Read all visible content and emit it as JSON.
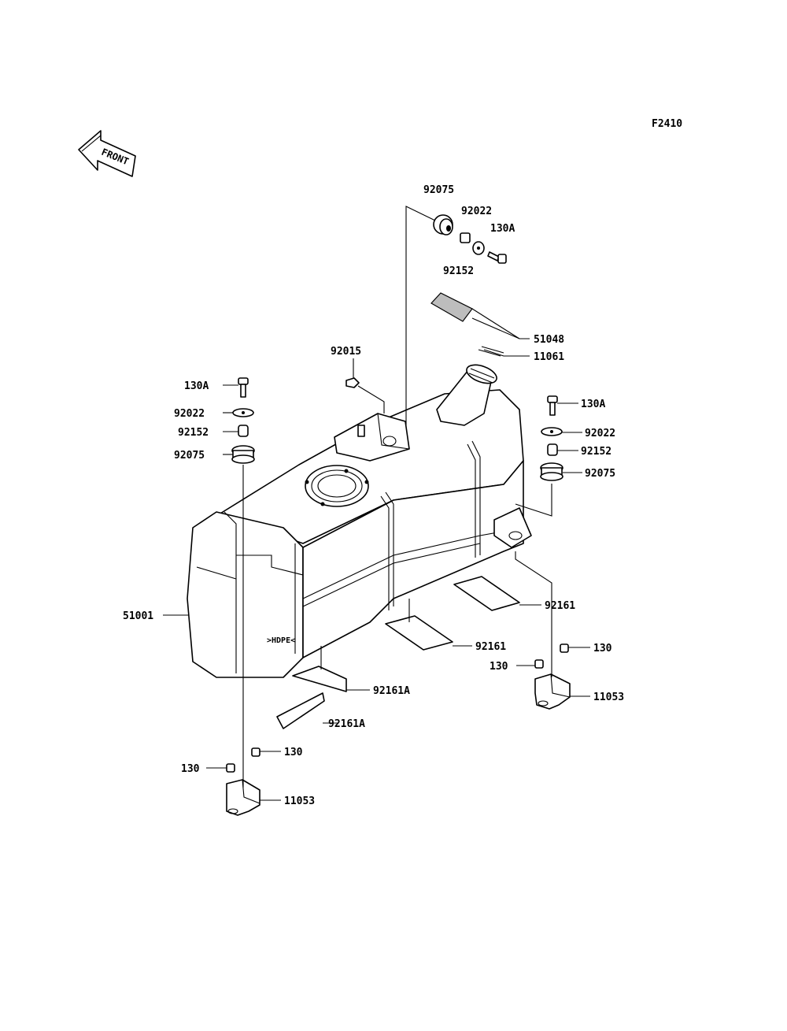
{
  "figure_code": "F2410",
  "front_arrow": {
    "text": "FRONT",
    "icon": "front-direction-arrow-icon"
  },
  "tank_marking": ">HDPE<",
  "labels": {
    "top_grommet": "92075",
    "top_washer": "92022",
    "top_bolt": "130A",
    "top_collar": "92152",
    "cap": "51048",
    "filler_gasket": "11061",
    "stud_nut": "92015",
    "left_bolt": "130A",
    "left_washer": "92022",
    "left_collar": "92152",
    "left_grommet": "92075",
    "right_bolt": "130A",
    "right_washer": "92022",
    "right_collar": "92152",
    "right_grommet": "92075",
    "tank": "51001",
    "pad_right": "92161",
    "pad_middle": "92161",
    "pad_a_upper": "92161A",
    "pad_a_lower": "92161A",
    "right_bracket_bolt_1": "130",
    "right_bracket_bolt_2": "130",
    "right_bracket": "11053",
    "left_bracket_bolt_1": "130",
    "left_bracket_bolt_2": "130",
    "left_bracket": "11053"
  }
}
